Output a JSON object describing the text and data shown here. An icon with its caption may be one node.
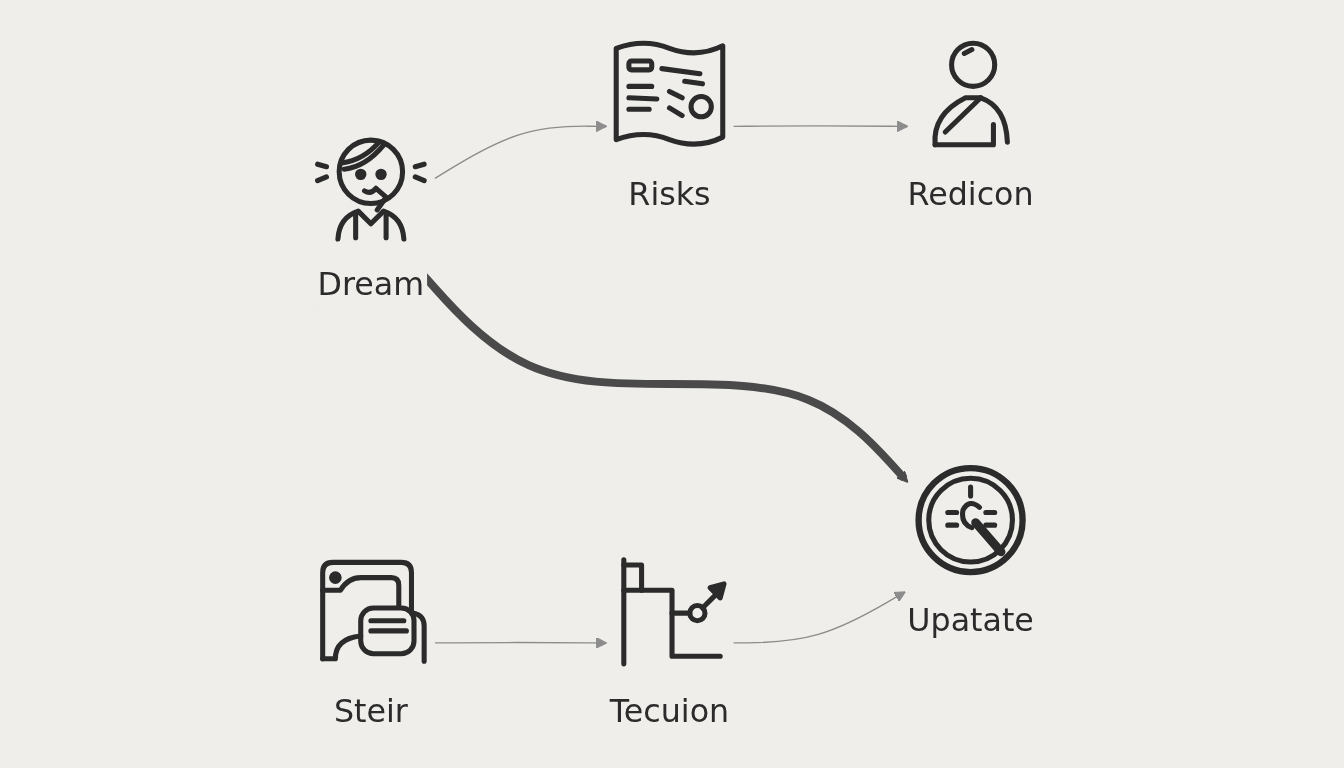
{
  "diagram": {
    "nodes": [
      {
        "text": [
          "Dream"
        ]
      },
      {
        "text": [
          "Risks"
        ]
      },
      {
        "text": [
          "Redicon"
        ]
      },
      {
        "text": [
          "Steir"
        ]
      },
      {
        "text": [
          "Tecuion"
        ]
      },
      {
        "text": [
          "Upatate"
        ]
      }
    ],
    "edges": [
      {
        "from": 0,
        "to": 1,
        "arrow": "to"
      },
      {
        "from": 1,
        "to": 2,
        "arrow": "to"
      },
      {
        "from": 3,
        "to": 4,
        "arrow": "to"
      },
      {
        "from": 4,
        "to": 5,
        "arrow": "to"
      },
      {
        "from": 0,
        "to": 5,
        "arrow": "to",
        "style": "thick",
        "color": "#4a4a4a"
      }
    ]
  }
}
